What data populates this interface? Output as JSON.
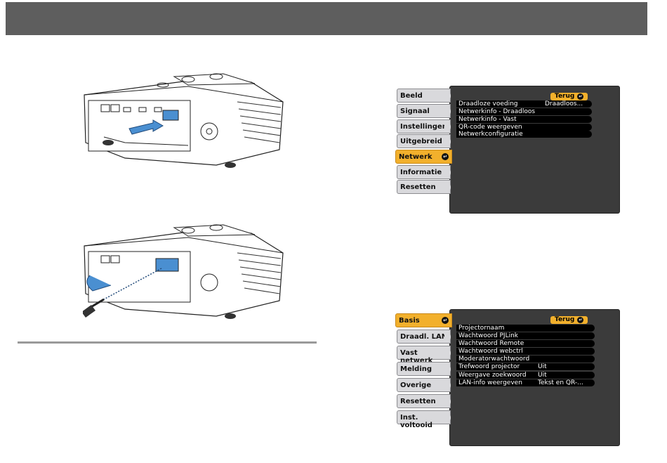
{
  "menu1": {
    "back": "Terug",
    "tabs": [
      "Beeld",
      "Signaal",
      "Instellingen",
      "Uitgebreid",
      "Netwerk",
      "Informatie",
      "Resetten"
    ],
    "active_tab": "Netwerk",
    "items": [
      {
        "label": "Draadloze voeding",
        "value": "Draadloos..."
      },
      {
        "label": "Netwerkinfo - Draadloos",
        "value": ""
      },
      {
        "label": "Netwerkinfo - Vast",
        "value": ""
      },
      {
        "label": "QR-code weergeven",
        "value": ""
      },
      {
        "label": "Netwerkconfiguratie",
        "value": ""
      }
    ]
  },
  "menu2": {
    "back": "Terug",
    "tabs": [
      "Basis",
      "Draadl. LAN",
      "Vast netwerk",
      "Melding",
      "Overige",
      "Resetten",
      "Inst. voltooid"
    ],
    "active_tab": "Basis",
    "items": [
      {
        "label": "Projectornaam",
        "value": ""
      },
      {
        "label": "Wachtwoord PJLink",
        "value": ""
      },
      {
        "label": "Wachtwoord Remote",
        "value": ""
      },
      {
        "label": "Wachtwoord webctrl",
        "value": ""
      },
      {
        "label": "Moderatorwachtwoord",
        "value": ""
      },
      {
        "label": "Trefwoord projector",
        "value": "Uit"
      },
      {
        "label": "Weergave zoekwoord",
        "value": "Uit"
      },
      {
        "label": "LAN-info weergeven",
        "value": "Tekst en QR-..."
      }
    ]
  },
  "colors": {
    "header": "#5e5e5e",
    "accent": "#f2b02c",
    "panel": "#3b3b3b",
    "tab": "#d9d9dc"
  },
  "icons": [
    "enter-icon",
    "projector-illustration",
    "screwdriver-illustration",
    "arrow-illustration"
  ]
}
